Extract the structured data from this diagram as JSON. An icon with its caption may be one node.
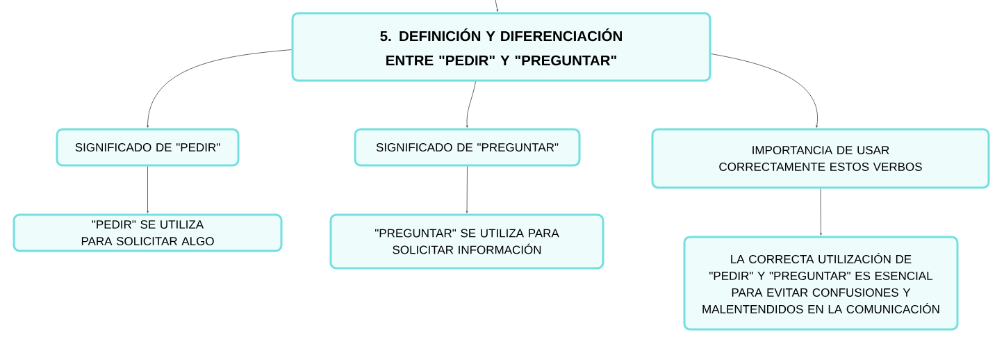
{
  "diagram": {
    "nodes": [
      {
        "text": [
          "5. DEFINICIÓN Y DIFERENCIACIÓN ENTRE \"PEDIR\" Y \"PREGUNTAR\""
        ]
      },
      {
        "text": [
          "SIGNIFICADO DE \"PEDIR\""
        ]
      },
      {
        "text": [
          "SIGNIFICADO DE \"PREGUNTAR\""
        ]
      },
      {
        "text": [
          "IMPORTANCIA DE USAR CORRECTAMENTE ESTOS VERBOS"
        ]
      },
      {
        "text": [
          "\"PEDIR\" SE UTILIZA PARA SOLICITAR ALGO"
        ]
      },
      {
        "text": [
          "\"PREGUNTAR\" SE UTILIZA PARA SOLICITAR INFORMACIÓN"
        ]
      },
      {
        "text": [
          "LA CORRECTA UTILIZACIÓN DE \"PEDIR\" Y \"PREGUNTAR\" ES ESENCIAL PARA EVITAR CONFUSIONES Y MALENTENDIDOS EN LA COMUNICACIÓN"
        ]
      }
    ],
    "edges": [
      {
        "from": null,
        "to": 0,
        "arrow": "to"
      },
      {
        "from": 0,
        "to": 1,
        "arrow": "to"
      },
      {
        "from": 0,
        "to": 2,
        "arrow": "to"
      },
      {
        "from": 0,
        "to": 3,
        "arrow": "to"
      },
      {
        "from": 1,
        "to": 4,
        "arrow": "to"
      },
      {
        "from": 2,
        "to": 5,
        "arrow": "to"
      },
      {
        "from": 3,
        "to": 6,
        "arrow": "to"
      }
    ]
  }
}
